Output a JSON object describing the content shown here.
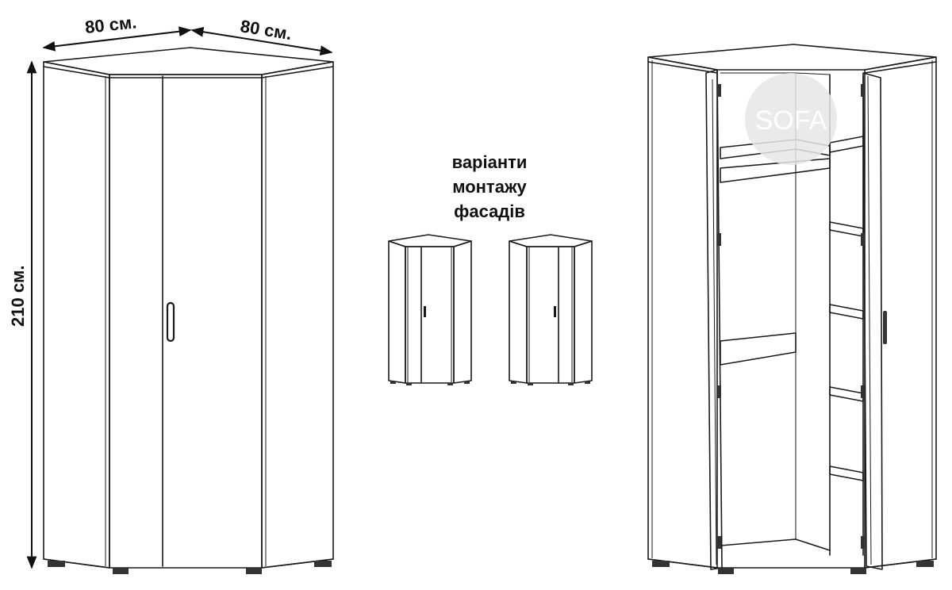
{
  "dimensions": {
    "width_left": "80 см.",
    "width_right": "80 см.",
    "height": "210 см."
  },
  "caption": {
    "line1": "варіанти",
    "line2": "монтажу",
    "line3": "фасадів"
  },
  "watermark": "SOFA",
  "colors": {
    "line": "#1a1a1a",
    "background": "#ffffff",
    "watermark_circle": "#e6e6e6"
  }
}
